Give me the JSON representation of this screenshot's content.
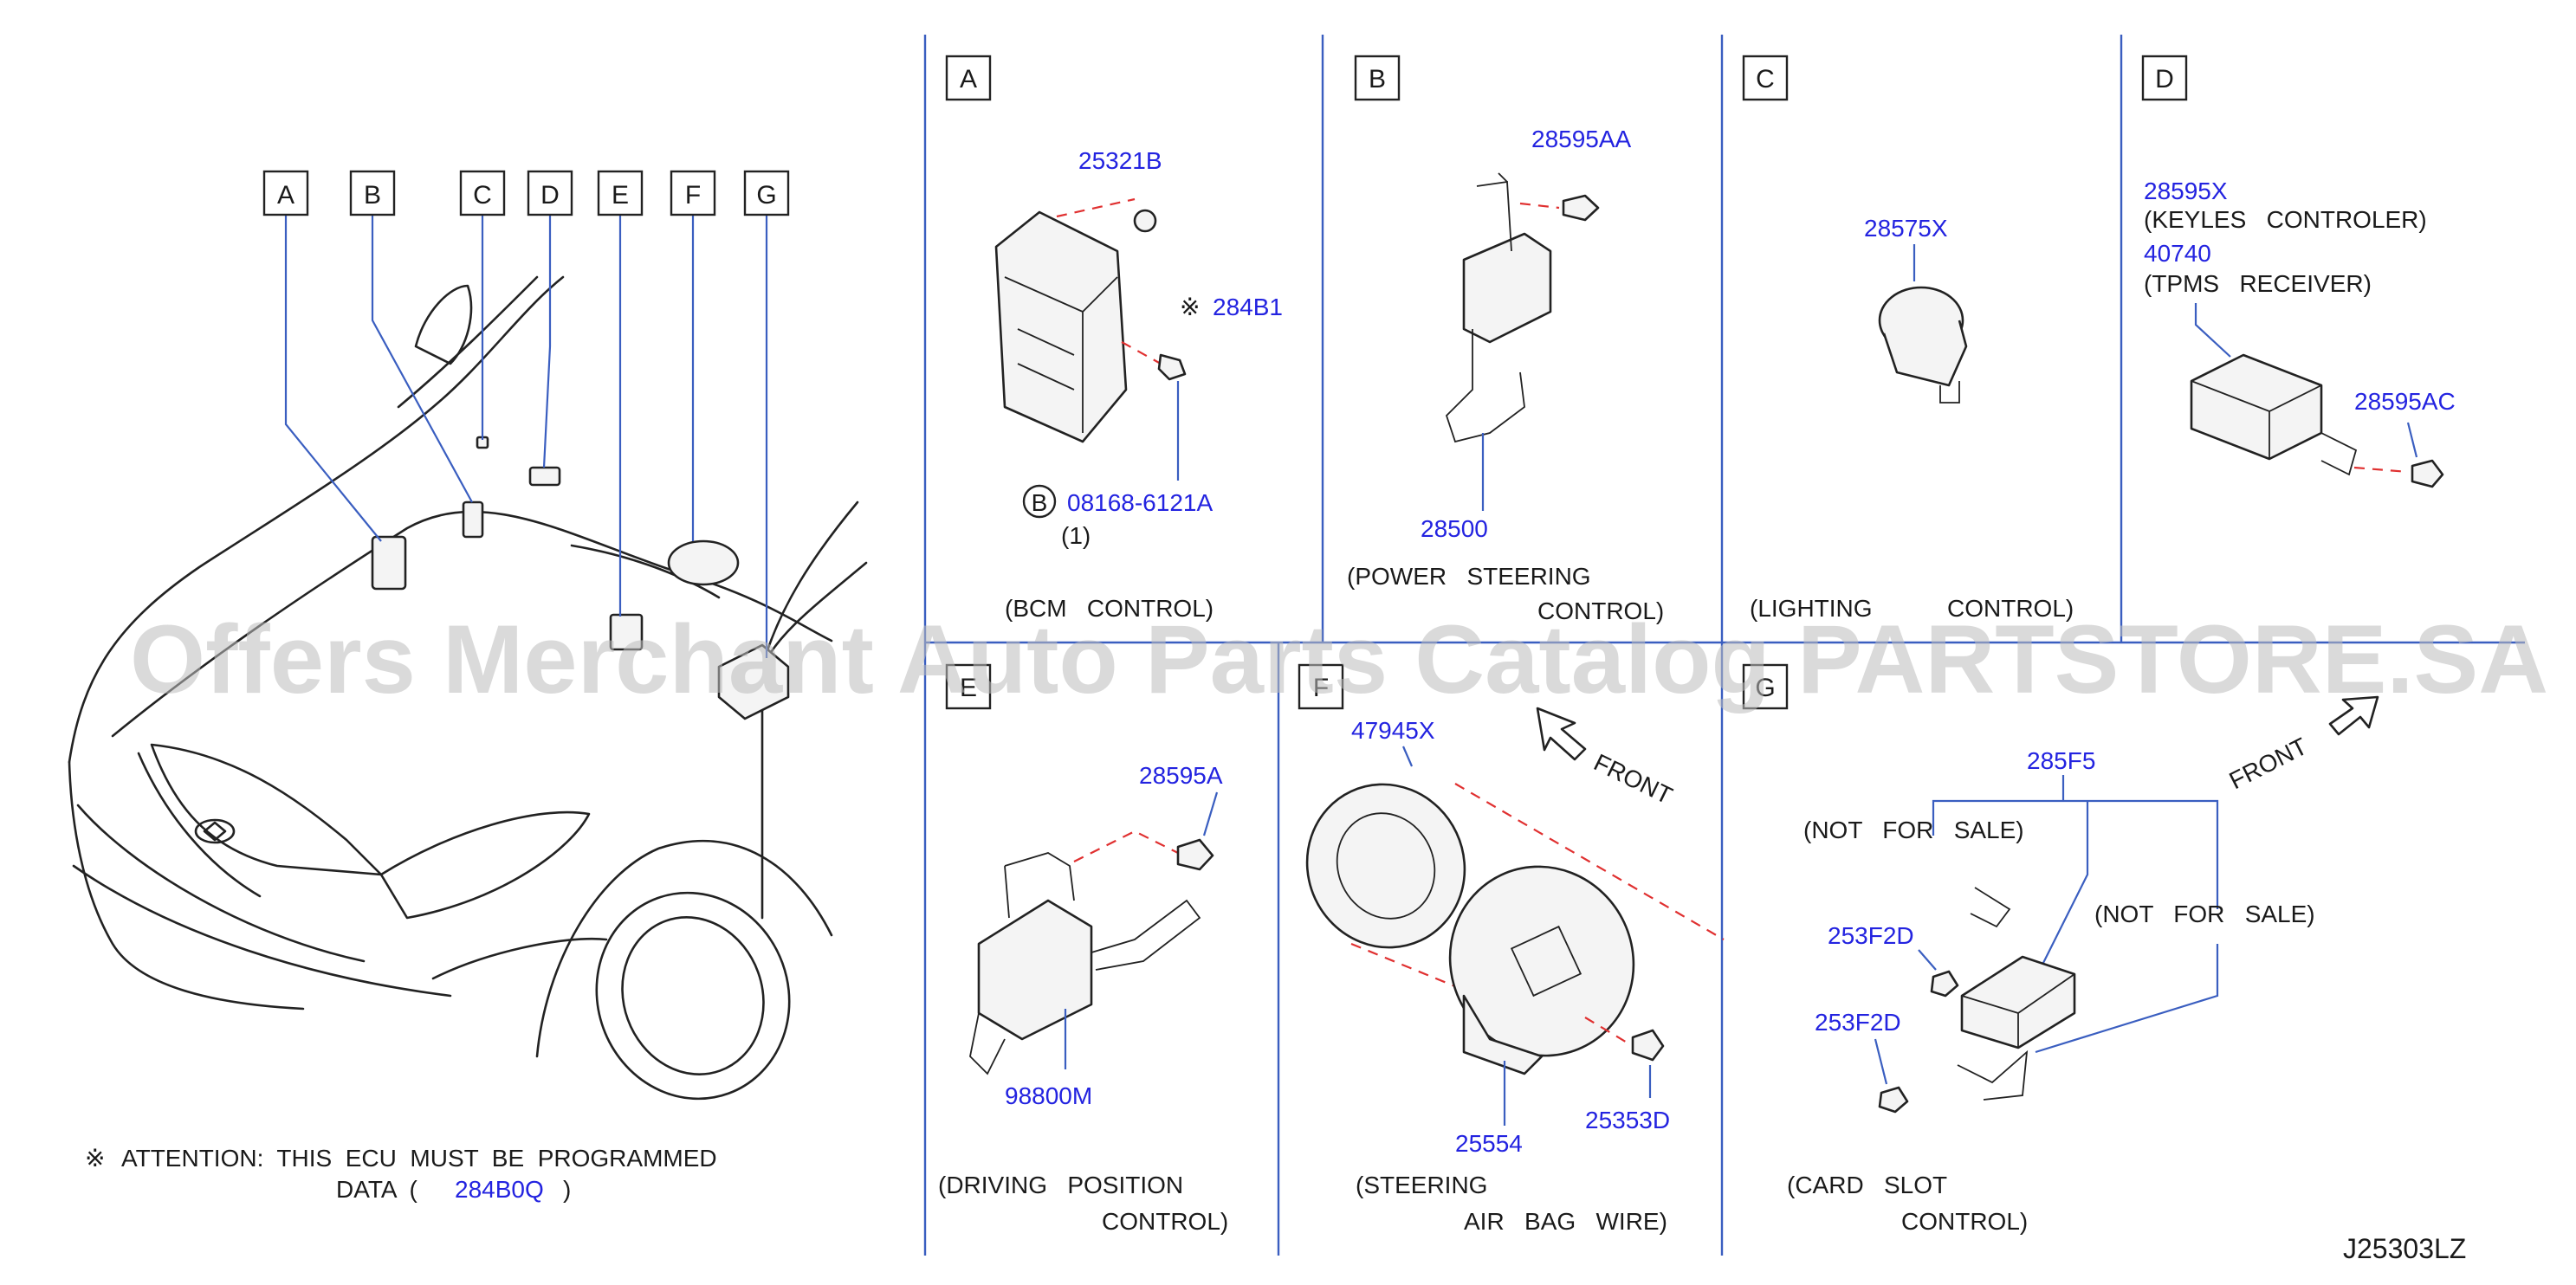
{
  "watermark": "Offers Merchant Auto Parts Catalog PARTSTORE.SA",
  "diagram_code": "J25303LZ",
  "attention": {
    "symbol": "※",
    "line1": "ATTENTION:  THIS  ECU  MUST  BE  PROGRAMMED",
    "line2_prefix": "DATA  (",
    "part": "284B0Q",
    "line2_suffix": ")"
  },
  "overview_callouts": [
    "A",
    "B",
    "C",
    "D",
    "E",
    "F",
    "G"
  ],
  "panels": {
    "A": {
      "letter": "A",
      "parts": [
        "25321B",
        "284B1",
        "08168-6121A"
      ],
      "symbol": "※",
      "circle_mark": "B",
      "qty": "(1)",
      "caption": [
        "(BCM   CONTROL)"
      ]
    },
    "B": {
      "letter": "B",
      "parts": [
        "28595AA",
        "28500"
      ],
      "caption": [
        "(POWER   STEERING",
        "CONTROL)"
      ]
    },
    "C": {
      "letter": "C",
      "parts": [
        "28575X"
      ],
      "caption": [
        "(LIGHTING",
        "CONTROL)"
      ]
    },
    "D": {
      "letter": "D",
      "parts": [
        "28595X",
        "40740",
        "28595AC"
      ],
      "notes": [
        "(KEYLES   CONTROLER)",
        "(TPMS   RECEIVER)"
      ]
    },
    "E": {
      "letter": "E",
      "parts": [
        "28595A",
        "98800M"
      ],
      "caption": [
        "(DRIVING   POSITION",
        "CONTROL)"
      ]
    },
    "F": {
      "letter": "F",
      "parts": [
        "47945X",
        "25554",
        "25353D"
      ],
      "front": "FRONT",
      "caption": [
        "(STEERING",
        "AIR   BAG   WIRE)"
      ]
    },
    "G": {
      "letter": "G",
      "parts": [
        "285F5",
        "253F2D",
        "253F2D"
      ],
      "front": "FRONT",
      "notes": [
        "(NOT   FOR   SALE)",
        "(NOT   FOR   SALE)"
      ],
      "caption": [
        "(CARD   SLOT",
        "CONTROL)"
      ]
    }
  },
  "colors": {
    "part_number": "#2323e0",
    "leader_line": "#3a5ec0",
    "dashed_line": "#e03030",
    "text": "#1a1a1a"
  }
}
